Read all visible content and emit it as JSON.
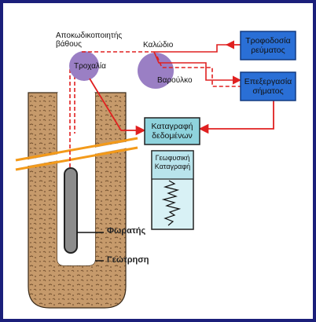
{
  "labels": {
    "depth_encoder_line1": "Αποκωδικοποιητής",
    "depth_encoder_line2": "βάθους",
    "cable": "Καλώδιο",
    "sheave": "Τροχαλία",
    "winch": "Βαρούλκο",
    "power_supply_line1": "Τροφοδοσία",
    "power_supply_line2": "ρεύματος",
    "signal_processing_line1": "Επεξεργασία",
    "signal_processing_line2": "σήματος",
    "data_recording_line1": "Καταγραφή",
    "data_recording_line2": "δεδομένων",
    "geophysical_log_line1": "Γεωφυσική",
    "geophysical_log_line2": "Καταγραφή",
    "sonde": "Φωρατής",
    "borehole": "Γεώτρηση"
  },
  "colors": {
    "frame": "#1b1f7a",
    "red": "#e02020",
    "orange": "#f39a1a",
    "blue_box": "#2a6fd6",
    "teal_box": "#8fd3dd",
    "ground": "#c69a6b",
    "purple": "#9a7fc4",
    "sonde": "#8c8c8c"
  },
  "icons": {
    "sheave": "purple-circle",
    "winch": "purple-circle",
    "log_trace": "zigzag-line"
  }
}
